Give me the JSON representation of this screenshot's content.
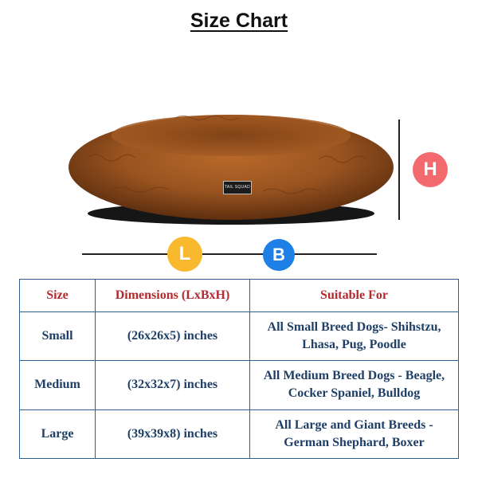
{
  "title": "Size Chart",
  "product": {
    "tag_text": "TAIL SQUAD"
  },
  "dimension_badges": {
    "height": "H",
    "length": "L",
    "breadth": "B"
  },
  "colors": {
    "height_badge": "#f26a6e",
    "length_badge": "#f8b92e",
    "breadth_badge": "#1e7fe6",
    "header_text": "#b2292e",
    "body_text": "#1f3f66",
    "border": "#2d5e8c"
  },
  "table": {
    "headers": [
      "Size",
      "Dimensions (LxBxH)",
      "Suitable For"
    ],
    "rows": [
      {
        "size": "Small",
        "dimensions": "(26x26x5) inches",
        "suitable_line1": "All Small Breed Dogs- Shihstzu,",
        "suitable_line2": "Lhasa, Pug, Poodle"
      },
      {
        "size": "Medium",
        "dimensions": "(32x32x7) inches",
        "suitable_line1": "All Medium Breed Dogs - Beagle,",
        "suitable_line2": "Cocker Spaniel, Bulldog"
      },
      {
        "size": "Large",
        "dimensions": "(39x39x8) inches",
        "suitable_line1": "All Large and Giant Breeds -",
        "suitable_line2": "German Shephard, Boxer"
      }
    ]
  }
}
